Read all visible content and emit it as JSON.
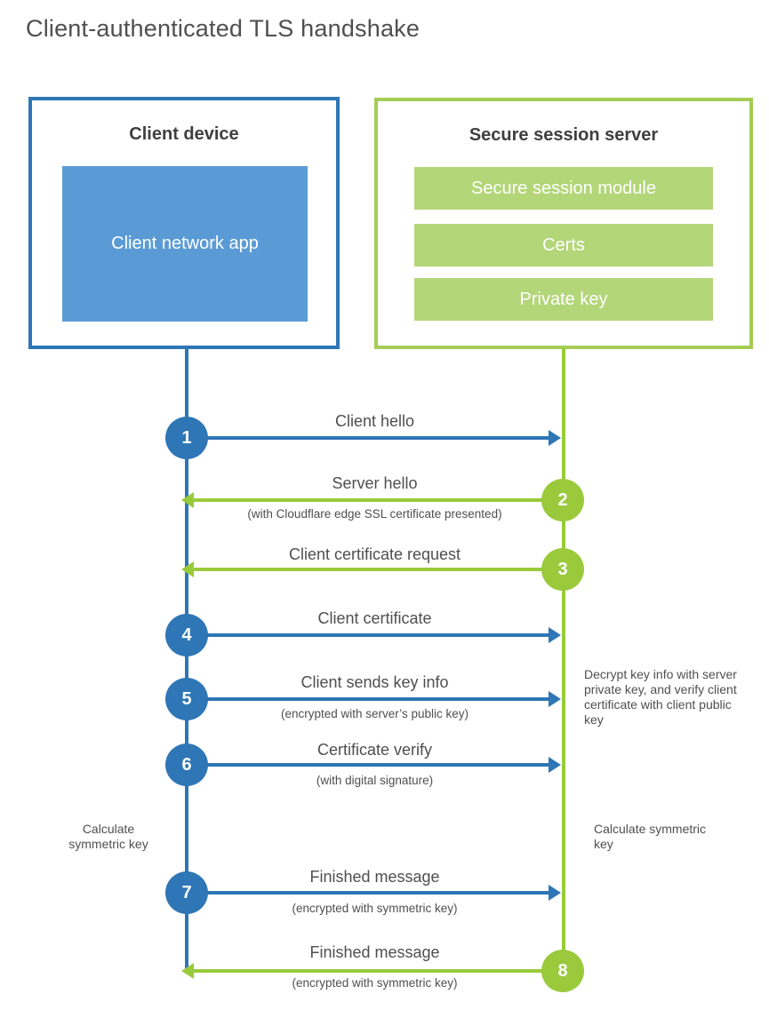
{
  "title": "Client-authenticated TLS handshake",
  "colors": {
    "blue": "#2e76b5",
    "blue_fill": "#5b9bd5",
    "green": "#9aca3c",
    "green_fill": "#b3d678",
    "green_border": "#a4cc55",
    "text": "#4f4f4f"
  },
  "client": {
    "title": "Client device",
    "inner_label": "Client network app"
  },
  "server": {
    "title": "Secure session server",
    "modules": [
      {
        "label": "Secure session module"
      },
      {
        "label": "Certs"
      },
      {
        "label": "Private key"
      }
    ]
  },
  "steps": [
    {
      "num": "1",
      "direction": "right",
      "label": "Client hello",
      "sublabel": ""
    },
    {
      "num": "2",
      "direction": "left",
      "label": "Server hello",
      "sublabel": "(with Cloudflare edge SSL certificate presented)"
    },
    {
      "num": "3",
      "direction": "left",
      "label": "Client certificate request",
      "sublabel": ""
    },
    {
      "num": "4",
      "direction": "right",
      "label": "Client certificate",
      "sublabel": ""
    },
    {
      "num": "5",
      "direction": "right",
      "label": "Client sends key info",
      "sublabel": "(encrypted with server’s public key)"
    },
    {
      "num": "6",
      "direction": "right",
      "label": "Certificate verify",
      "sublabel": "(with digital signature)"
    },
    {
      "num": "7",
      "direction": "right",
      "label": "Finished message",
      "sublabel": "(encrypted with symmetric key)"
    },
    {
      "num": "8",
      "direction": "left",
      "label": "Finished message",
      "sublabel": "(encrypted with symmetric key)"
    }
  ],
  "annotations": {
    "decrypt_note": "Decrypt key info with server private key, and verify client certificate with client public key",
    "calculate_left": "Calculate symmetric key",
    "calculate_right": "Calculate symmetric key"
  }
}
